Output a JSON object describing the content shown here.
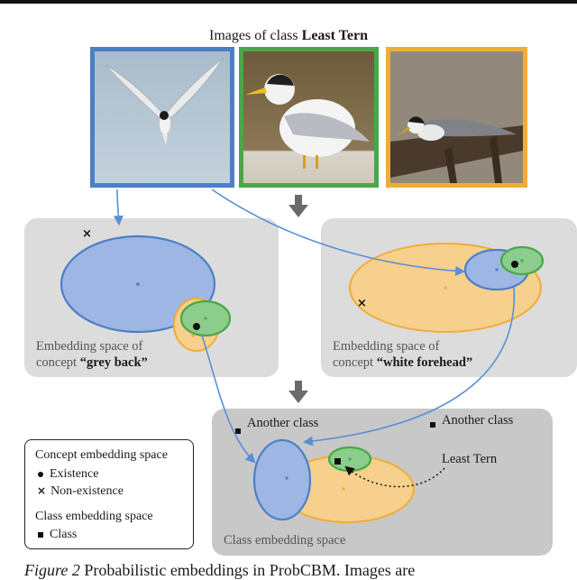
{
  "title": {
    "prefix": "Images of class ",
    "class_name": "Least Tern"
  },
  "images": [
    {
      "name": "tern-flying",
      "border_color": "#4c7fc8"
    },
    {
      "name": "tern-standing",
      "border_color": "#48a848"
    },
    {
      "name": "tern-perched",
      "border_color": "#f0ad36"
    }
  ],
  "concept_spaces": [
    {
      "label_line1": "Embedding space of",
      "label_line2_prefix": "concept ",
      "concept": "“grey back”"
    },
    {
      "label_line1": "Embedding space of",
      "label_line2_prefix": "concept ",
      "concept": "“white forehead”"
    }
  ],
  "class_space": {
    "label": "Class embedding space",
    "another_class_1": "Another class",
    "another_class_2": "Another class",
    "least_tern": "Least Tern"
  },
  "legend": {
    "concept_header": "Concept embedding space",
    "existence": "Existence",
    "non_existence": "Non-existence",
    "class_header": "Class embedding space",
    "class": "Class"
  },
  "caption": {
    "figure": "Figure 2",
    "text": " Probabilistic embeddings in ProbCBM. Images are"
  },
  "colors": {
    "blue": "#4c7fc8",
    "green": "#48a848",
    "orange": "#f0ad36",
    "arrow_blue": "#5a8fd6",
    "down_arrow": "#6a6a6a"
  }
}
